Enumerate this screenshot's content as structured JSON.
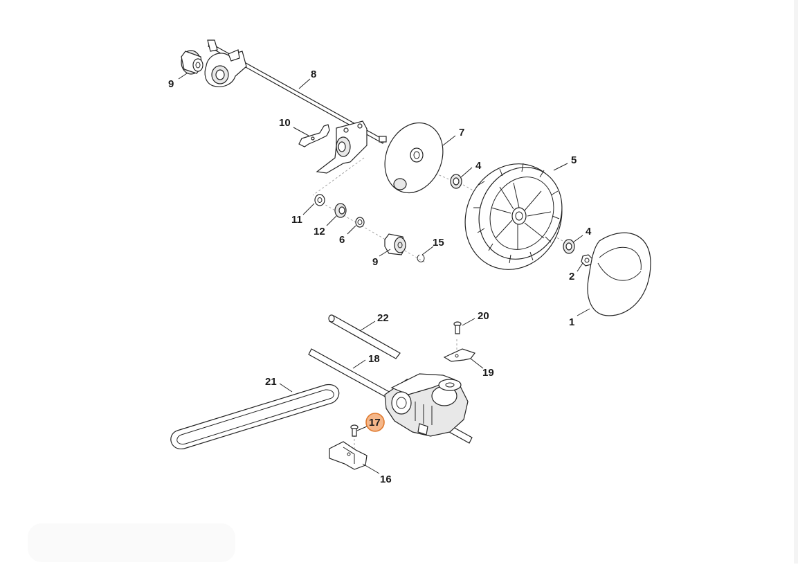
{
  "diagram": {
    "highlight_color": "#f5b78a",
    "highlight_stroke": "#e07a2e",
    "callouts": [
      {
        "id": "c9a",
        "label": "9",
        "highlighted": false
      },
      {
        "id": "c8",
        "label": "8",
        "highlighted": false
      },
      {
        "id": "c10",
        "label": "10",
        "highlighted": false
      },
      {
        "id": "c7",
        "label": "7",
        "highlighted": false
      },
      {
        "id": "c4a",
        "label": "4",
        "highlighted": false
      },
      {
        "id": "c5",
        "label": "5",
        "highlighted": false
      },
      {
        "id": "c11",
        "label": "11",
        "highlighted": false
      },
      {
        "id": "c12",
        "label": "12",
        "highlighted": false
      },
      {
        "id": "c6",
        "label": "6",
        "highlighted": false
      },
      {
        "id": "c15",
        "label": "15",
        "highlighted": false
      },
      {
        "id": "c9b",
        "label": "9",
        "highlighted": false
      },
      {
        "id": "c4b",
        "label": "4",
        "highlighted": false
      },
      {
        "id": "c2",
        "label": "2",
        "highlighted": false
      },
      {
        "id": "c1",
        "label": "1",
        "highlighted": false
      },
      {
        "id": "c22",
        "label": "22",
        "highlighted": false
      },
      {
        "id": "c20",
        "label": "20",
        "highlighted": false
      },
      {
        "id": "c18",
        "label": "18",
        "highlighted": false
      },
      {
        "id": "c19",
        "label": "19",
        "highlighted": false
      },
      {
        "id": "c21",
        "label": "21",
        "highlighted": false
      },
      {
        "id": "c17",
        "label": "17",
        "highlighted": true
      },
      {
        "id": "c16",
        "label": "16",
        "highlighted": false
      }
    ]
  }
}
